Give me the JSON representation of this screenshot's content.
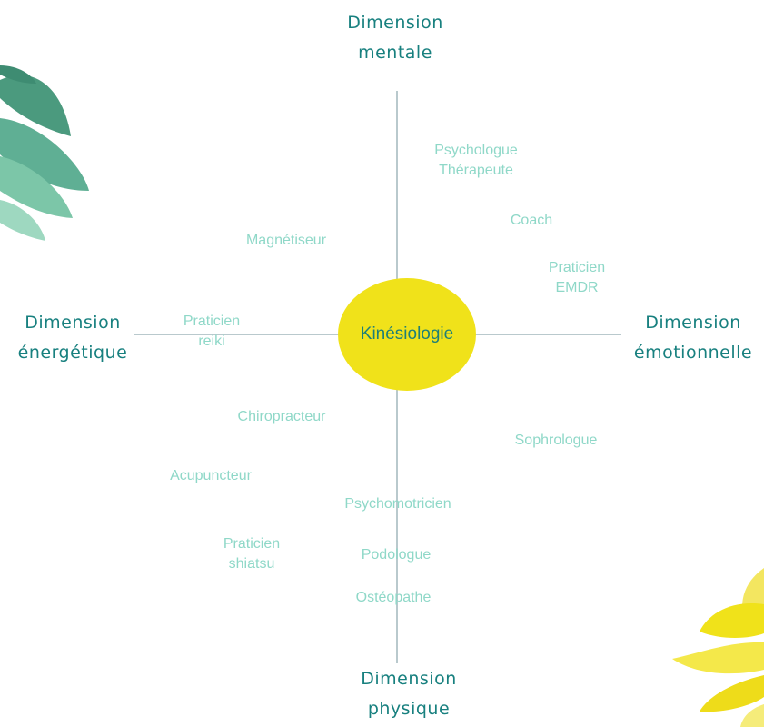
{
  "center": "Kinésiologie",
  "dimensions": {
    "top": [
      "Dimension",
      "mentale"
    ],
    "left": [
      "Dimension",
      "énergétique"
    ],
    "right": [
      "Dimension",
      "émotionnelle"
    ],
    "bottom": [
      "Dimension",
      "physique"
    ]
  },
  "practitioners": {
    "psychologue": [
      "Psychologue",
      "Thérapeute"
    ],
    "coach": "Coach",
    "emdr": [
      "Praticien",
      "EMDR"
    ],
    "magnetiseur": "Magnétiseur",
    "reiki": [
      "Praticien",
      "reiki"
    ],
    "chiropracteur": "Chiropracteur",
    "sophrologue": "Sophrologue",
    "acupuncteur": "Acupuncteur",
    "psychomotricien": "Psychomotricien",
    "shiatsu": [
      "Praticien",
      "shiatsu"
    ],
    "podologue": "Podologue",
    "osteopathe": "Ostéopathe"
  },
  "colors": {
    "dimension_text": "#18807f",
    "practitioner_text": "#8fd8c8",
    "center_fill": "#f0e21a",
    "axis": "#b9c9cd",
    "leaf_green": "#5faf94",
    "leaf_yellow": "#f0e21a"
  }
}
